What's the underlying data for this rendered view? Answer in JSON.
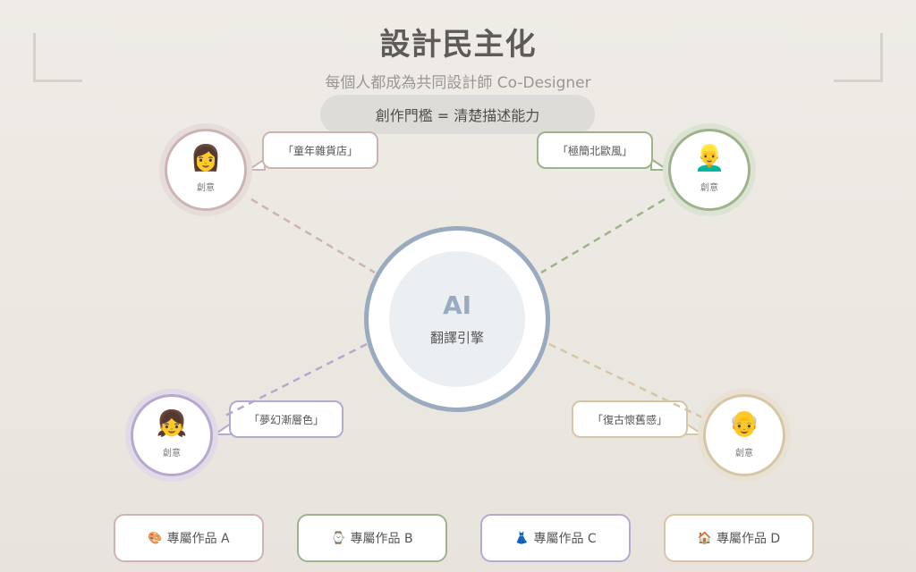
{
  "header": {
    "title": "設計民主化",
    "subtitle": "每個人都成為共同設計師 Co-Designer",
    "pill": "創作門檻 = 清楚描述能力"
  },
  "center": {
    "title": "AI",
    "subtitle": "翻譯引擎",
    "color": "#9aabc0"
  },
  "people": [
    {
      "emoji": "👩",
      "icon": "woman-icon",
      "label": "創意",
      "idea": "「童年雜貨店」",
      "color": "#cdb4b4"
    },
    {
      "emoji": "👱‍♂️",
      "icon": "man-icon",
      "label": "創意",
      "idea": "「極簡北歐風」",
      "color": "#9eb38c"
    },
    {
      "emoji": "👧",
      "icon": "girl-icon",
      "label": "創意",
      "idea": "「夢幻漸層色」",
      "color": "#b6a9cf"
    },
    {
      "emoji": "👴",
      "icon": "old-man-icon",
      "label": "創意",
      "idea": "「復古懷舊感」",
      "color": "#d6c6a6"
    }
  ],
  "outputs": [
    {
      "emoji": "🎨",
      "icon": "palette-icon",
      "label": "專屬作品 A",
      "color": "#cdb4b4"
    },
    {
      "emoji": "⌚",
      "icon": "watch-icon",
      "label": "專屬作品 B",
      "color": "#9eb38c"
    },
    {
      "emoji": "👗",
      "icon": "dress-icon",
      "label": "專屬作品 C",
      "color": "#b6a9cf"
    },
    {
      "emoji": "🏠",
      "icon": "house-icon",
      "label": "專屬作品 D",
      "color": "#d6c6a6"
    }
  ]
}
